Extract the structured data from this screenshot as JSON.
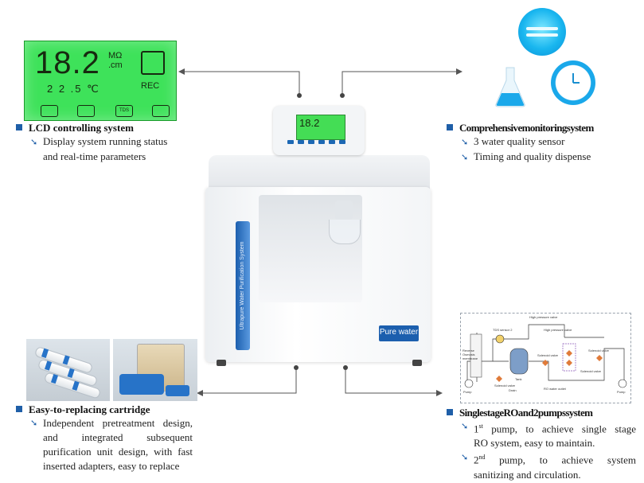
{
  "lcd": {
    "resistivity": "18.2",
    "unit_line1": "MΩ",
    "unit_line2": ".cm",
    "temperature": "2 2 .5 ℃",
    "rec_label": "REC",
    "tds_icon_label": "TDS"
  },
  "mini_lcd": {
    "value": "18.2"
  },
  "machine": {
    "strip_text": "Ultrapure Water Purification System",
    "label": "Pure water"
  },
  "features": {
    "lcd": {
      "title": "LCD controlling system",
      "points": [
        "Display system running status",
        "and real-time parameters"
      ]
    },
    "monitoring": {
      "title": "Comprehensivemonitoringsystem",
      "points": [
        "3 water quality sensor",
        "Timing and quality dispense"
      ]
    },
    "cartridge": {
      "title": "Easy-to-replacing cartridge",
      "lines": [
        "Independent pretreatment design,",
        "and integrated subsequent",
        "purification unit design, with fast",
        "inserted adapters, easy to replace"
      ]
    },
    "ro": {
      "title": "SinglestageROand2pumpssystem",
      "p1_num": "1",
      "p1_sup": "st",
      "p1_line1": " pump, to achieve single stage",
      "p1_line2": "RO system, easy to maintain.",
      "p2_num": "2",
      "p2_sup": "nd",
      "p2_line1": " pump, to achieve system",
      "p2_line2": "sanitizing and circulation."
    }
  },
  "diagram": {
    "labels": [
      "TDS sensor 2",
      "High pressure valve",
      "High pressure valve",
      "Reverse Osmosis membrane",
      "Solenoid valve",
      "Solenoid valve",
      "Solenoid valve",
      "Tank",
      "Drain",
      "RO water outlet",
      "Pump",
      "Pump",
      "Solenoid valve"
    ]
  },
  "colors": {
    "accent": "#1f5fa8",
    "lcd_green": "#3ee25a",
    "machine_blue": "#1c5fae"
  }
}
